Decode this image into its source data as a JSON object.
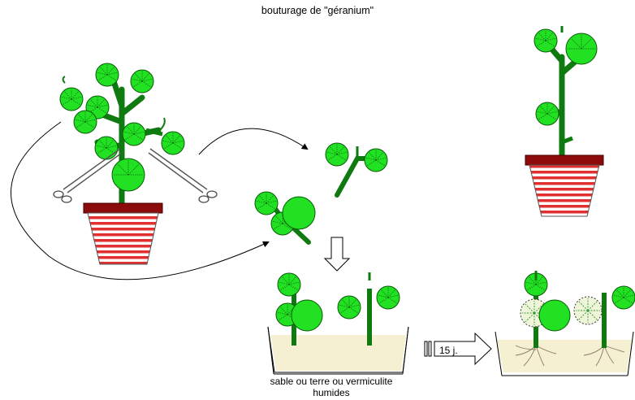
{
  "title": "bouturage de \"géranium\"",
  "caption": {
    "line1": "sable ou terre ou vermiculite",
    "line2": "humides"
  },
  "duration_label": "15 j.",
  "colors": {
    "leaf": "#22e022",
    "leaf_vein": "#0a6a0a",
    "stem": "#0f7a0f",
    "pot_rim": "#8b0a0a",
    "pot_stripe": "#e03030",
    "substrate": "#f5f0d2",
    "root": "#8a7a66"
  },
  "icons": [
    "scissors-icon",
    "arrow-down-icon",
    "arrow-right-icon",
    "roots-icon"
  ]
}
